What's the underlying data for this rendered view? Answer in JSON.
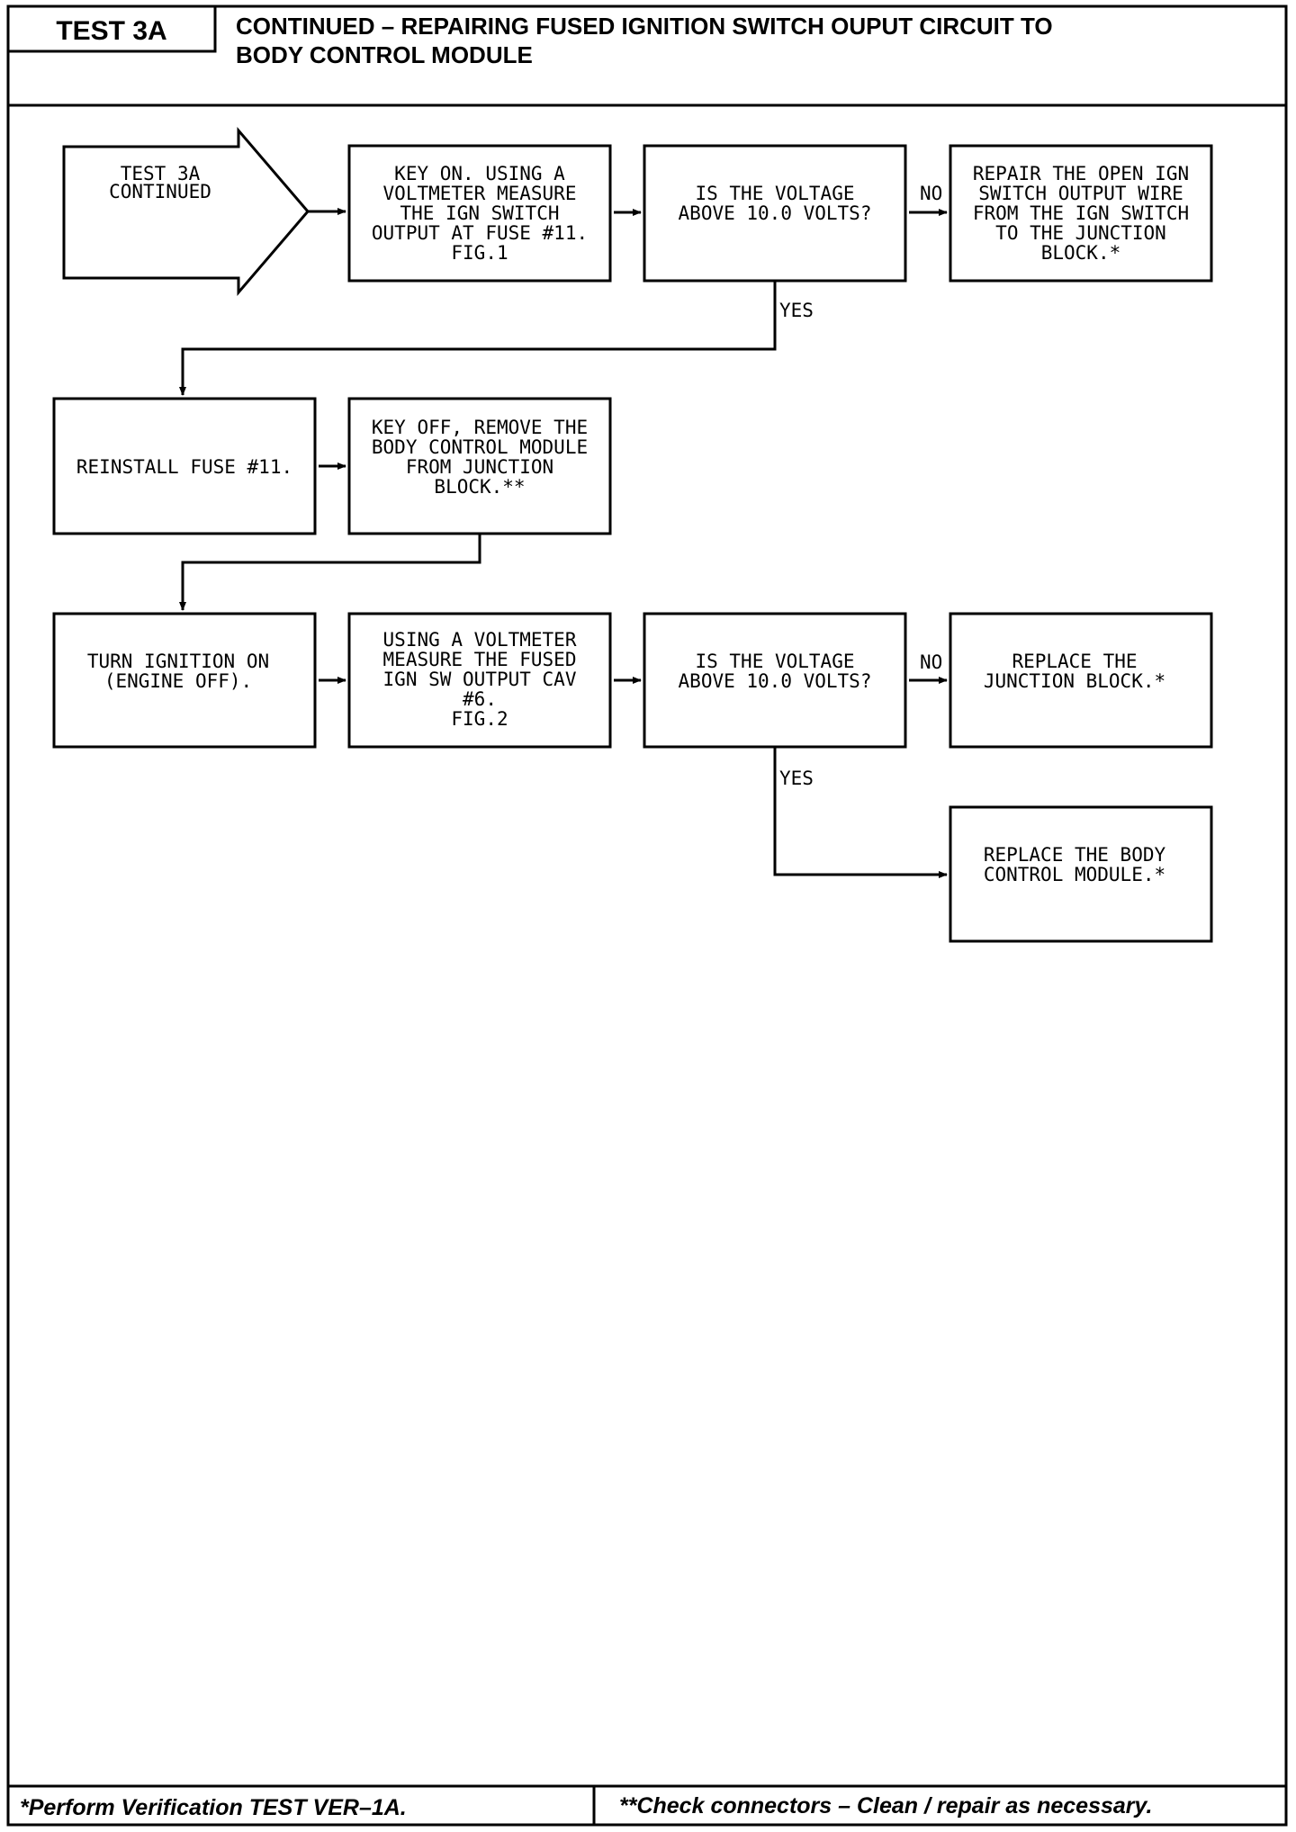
{
  "header": {
    "test_id": "TEST 3A",
    "title_line1": "CONTINUED – REPAIRING FUSED IGNITION SWITCH OUPUT CIRCUIT TO",
    "title_line2": "BODY CONTROL MODULE"
  },
  "flowchart": {
    "start": {
      "lines": [
        "TEST 3A",
        "CONTINUED"
      ]
    },
    "step1": {
      "lines": [
        "KEY ON. USING A",
        "VOLTMETER MEASURE",
        "THE IGN SWITCH",
        "OUTPUT AT FUSE #11.",
        "FIG.1"
      ]
    },
    "decision1": {
      "lines": [
        "IS THE VOLTAGE",
        "ABOVE 10.0 VOLTS?"
      ]
    },
    "repair_open_ign": {
      "lines": [
        "REPAIR THE OPEN IGN",
        "SWITCH OUTPUT WIRE",
        "FROM THE IGN SWITCH",
        "TO THE JUNCTION",
        "BLOCK.*"
      ]
    },
    "reinstall_fuse": {
      "lines": [
        "REINSTALL FUSE #11."
      ]
    },
    "remove_bcm": {
      "lines": [
        "KEY OFF, REMOVE THE",
        "BODY CONTROL MODULE",
        "FROM JUNCTION",
        "BLOCK.**"
      ]
    },
    "ignition_on": {
      "lines": [
        "TURN IGNITION ON",
        "(ENGINE OFF)."
      ]
    },
    "measure_cav6": {
      "lines": [
        "USING A VOLTMETER",
        "MEASURE THE FUSED",
        "IGN SW OUTPUT CAV",
        "#6.",
        "FIG.2"
      ]
    },
    "decision2": {
      "lines": [
        "IS THE VOLTAGE",
        "ABOVE 10.0 VOLTS?"
      ]
    },
    "replace_junction": {
      "lines": [
        "REPLACE THE",
        "JUNCTION BLOCK.*"
      ]
    },
    "replace_bcm": {
      "lines": [
        "REPLACE THE BODY",
        "CONTROL MODULE.*"
      ]
    },
    "labels": {
      "no1": "NO",
      "yes1": "YES",
      "no2": "NO",
      "yes2": "YES"
    }
  },
  "footer": {
    "left": "*Perform Verification TEST VER–1A.",
    "right": "**Check connectors – Clean / repair as necessary."
  }
}
